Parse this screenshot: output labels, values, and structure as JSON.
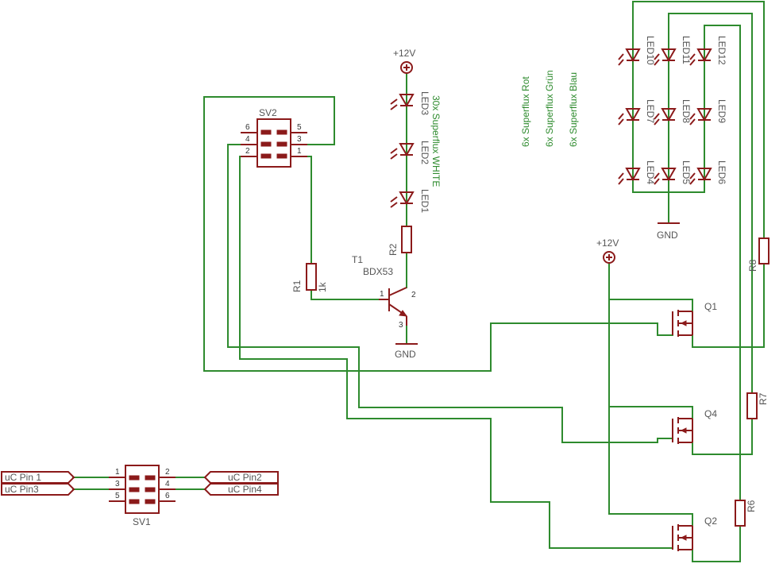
{
  "colors": {
    "wire": "#2e8b2e",
    "part": "#8b1a1a",
    "label": "#555555",
    "note": "#2e8b2e"
  },
  "supply": {
    "led_rail": "+12V",
    "mosfet_rail": "+12V"
  },
  "ground": {
    "transistor": "GND",
    "led_matrix": "GND"
  },
  "notes": {
    "white": "30x Superflux WHITE",
    "red": "6x Superflux Rot",
    "green": "6x Superflux Grün",
    "blue": "6x Superflux Blau"
  },
  "sv2": {
    "name": "SV2",
    "pins": [
      "6",
      "4",
      "2",
      "5",
      "3",
      "1"
    ]
  },
  "sv1": {
    "name": "SV1",
    "pins": [
      "1",
      "3",
      "5",
      "2",
      "4",
      "6"
    ]
  },
  "ports": {
    "uc_pin1": "uC Pin 1",
    "uc_pin3": "uC Pin3",
    "uc_pin2": "uC Pin2",
    "uc_pin4": "uC Pin4"
  },
  "r1": {
    "name": "R1",
    "value": "1k"
  },
  "r2": {
    "name": "R2"
  },
  "t1": {
    "name": "T1",
    "type": "BDX53",
    "pins": [
      "1",
      "2",
      "3"
    ]
  },
  "white_leds": [
    "LED3",
    "LED2",
    "LED1"
  ],
  "rgb_leds": {
    "row1": [
      "LED10",
      "LED11",
      "LED12"
    ],
    "row2": [
      "LED7",
      "LED8",
      "LED9"
    ],
    "row3": [
      "LED4",
      "LED5",
      "LED6"
    ]
  },
  "mosfets": {
    "q1": "Q1",
    "q4": "Q4",
    "q2": "Q2"
  },
  "resistors": {
    "r8": "R8",
    "r7": "R7",
    "r6": "R6"
  }
}
